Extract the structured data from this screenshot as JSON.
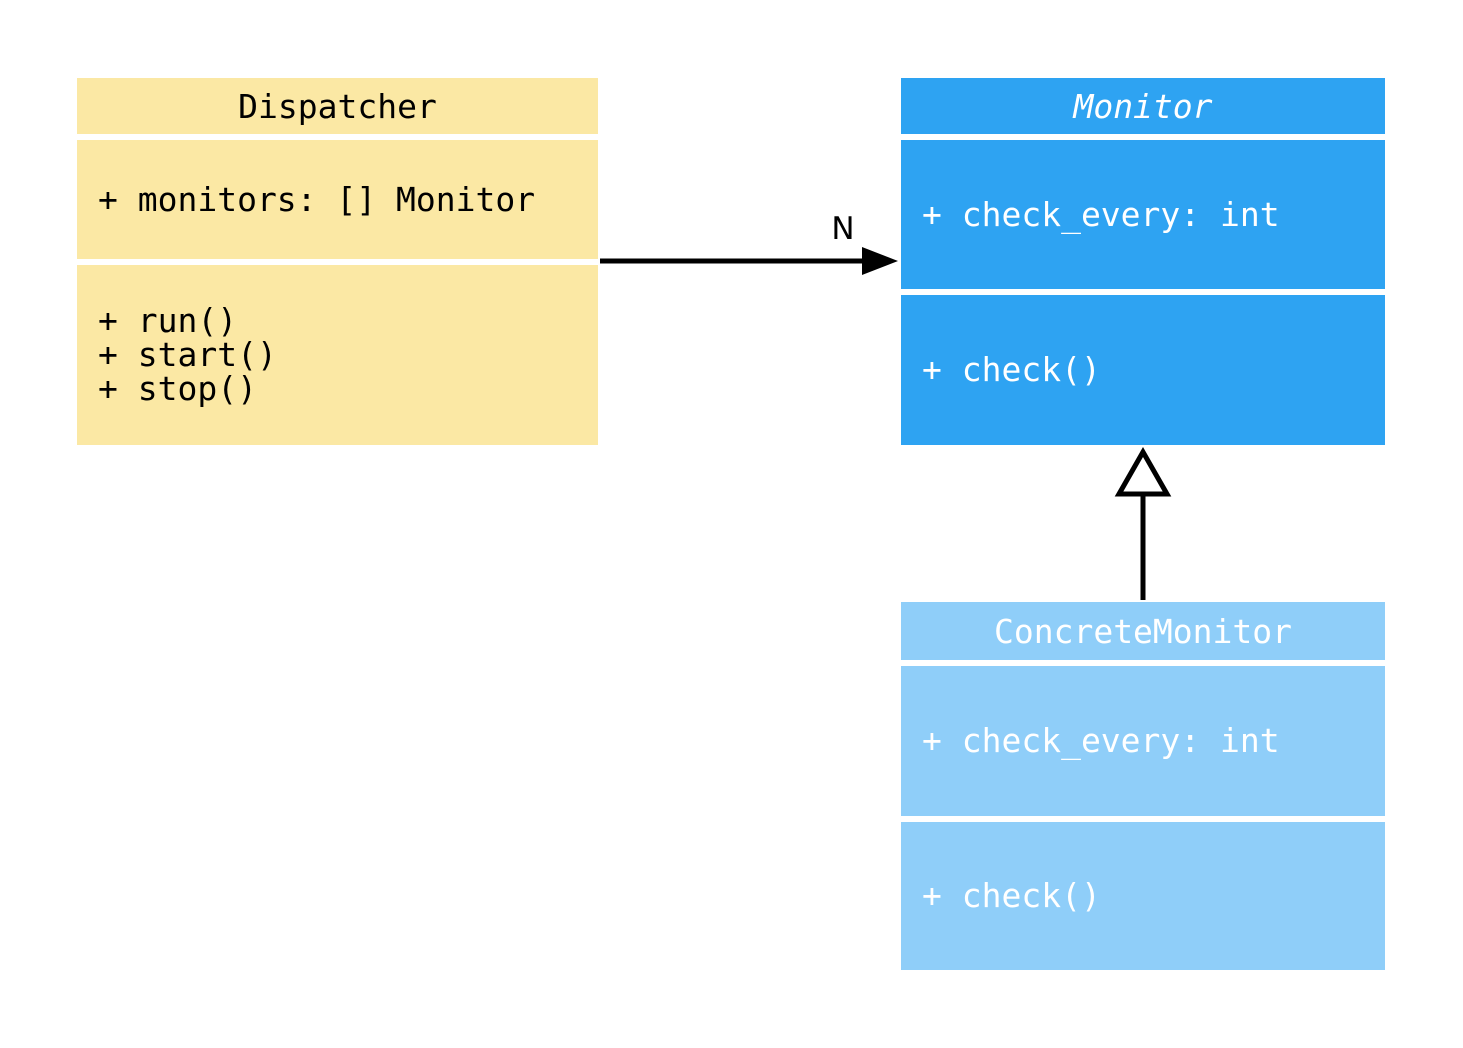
{
  "canvas": {
    "background": "#ffffff"
  },
  "classes": [
    {
      "name": "Dispatcher",
      "name_style": "normal",
      "fill": "#FBE8A4",
      "text_color": "#000000",
      "attributes": [
        "+ monitors: [] Monitor"
      ],
      "methods": [
        "+ run()",
        "+ start()",
        "+ stop()"
      ]
    },
    {
      "name": "Monitor",
      "name_style": "italic",
      "fill": "#2EA3F2",
      "text_color": "#ffffff",
      "attributes": [
        "+ check_every: int"
      ],
      "methods": [
        "+ check()"
      ]
    },
    {
      "name": "ConcreteMonitor",
      "name_style": "normal",
      "fill": "#8FCEF9",
      "text_color": "#ffffff",
      "attributes": [
        "+ check_every: int"
      ],
      "methods": [
        "+ check()"
      ]
    }
  ],
  "relations": [
    {
      "type": "association",
      "from": "Dispatcher",
      "to": "Monitor",
      "label": "N"
    },
    {
      "type": "generalization",
      "from": "ConcreteMonitor",
      "to": "Monitor",
      "label": ""
    }
  ],
  "colors": {
    "arrow": "#000000",
    "section_gap": "#ffffff"
  }
}
